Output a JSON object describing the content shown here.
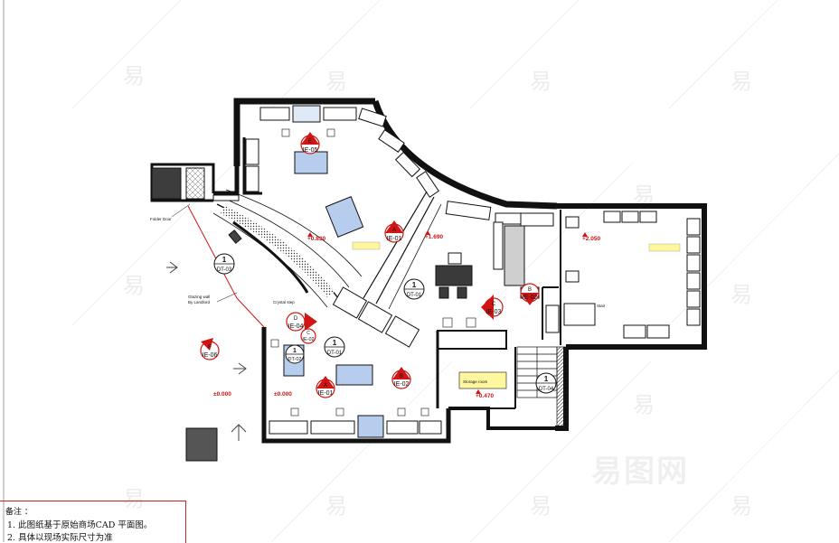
{
  "notes": {
    "title": "备注 ：",
    "line1": "1. 此图纸基于原始商场CAD 平面图。",
    "line2": "2. 具体以现场实际尺寸为准"
  },
  "level_marks": {
    "left_exterior": "±0.000",
    "lower_left": "±0.000",
    "center_upper": "+0.830",
    "center_right": "+1.690",
    "right_room": "+2.050",
    "lower_mid": "+0.470"
  },
  "tags": [
    {
      "num": "E",
      "code": "IE-05"
    },
    {
      "num": "A",
      "code": "IE-01"
    },
    {
      "num": "D",
      "code": "IE-04"
    },
    {
      "num": "C",
      "code": "IE-02"
    },
    {
      "num": "B",
      "code": "IE-02"
    },
    {
      "num": "C",
      "code": "IE-03"
    },
    {
      "num": "B",
      "code": "IE-02"
    },
    {
      "num": "F",
      "code": "IE-06"
    },
    {
      "num": "A",
      "code": "IE-01"
    }
  ],
  "details": [
    {
      "num": "1",
      "code": "DT-03"
    },
    {
      "num": "1",
      "code": "DT-01"
    },
    {
      "num": "1",
      "code": "DT-01"
    },
    {
      "num": "1",
      "code": "DT-02"
    },
    {
      "num": "1",
      "code": "DT-04"
    }
  ],
  "labels": {
    "folder_door": "Folder Door",
    "glazing_wall": "Glazing wall",
    "by_landlord": "By Landlord",
    "crystal_step": "Crystal step",
    "stair": "Stair",
    "storage": "Storage room"
  },
  "watermark": {
    "glyph": "易",
    "logo": "易图网"
  }
}
